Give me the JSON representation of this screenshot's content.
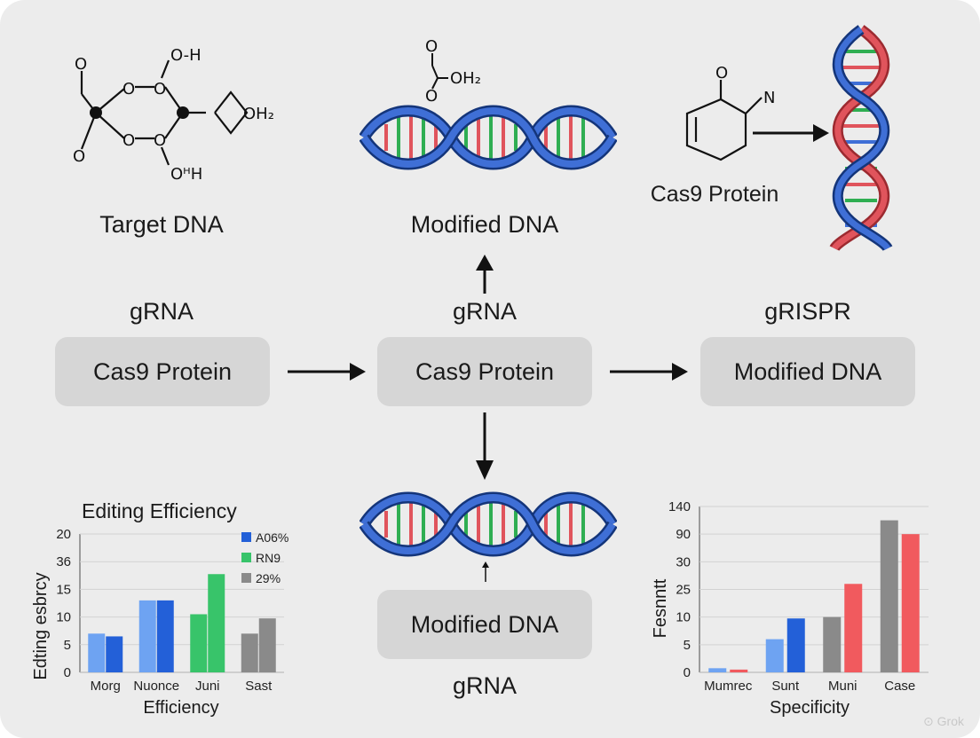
{
  "labels": {
    "target_dna": "Target DNA",
    "modified_dna_top": "Modified DNA",
    "cas9_protein_top": "Cas9 Protein",
    "grna_left": "gRNA",
    "grna_center": "gRNA",
    "grisp_right": "gRISPR",
    "grna_bottom": "gRNA"
  },
  "molecules": {
    "left": {
      "o_top_left": "O",
      "oh_top": "O-H",
      "o_a": "O",
      "o_b": "O",
      "o_c": "O",
      "o_d": "O",
      "oh_right": "OH₂",
      "o_bottom_left": "O",
      "oh_bottom": "OᵸH"
    },
    "center": {
      "o_top": "O",
      "oh2": "OH₂",
      "o_bottom": "O"
    },
    "right": {
      "o": "O",
      "n": "N"
    }
  },
  "flow": {
    "box_left": "Cas9 Protein",
    "box_center": "Cas9 Protein",
    "box_right": "Modified DNA",
    "box_bottom": "Modified DNA"
  },
  "colors": {
    "helix_blue": "#3f6fd6",
    "helix_red": "#e0545c",
    "rung_green": "#2fae52",
    "bar_light_blue": "#6ea3f2",
    "bar_blue": "#2360d8",
    "bar_green": "#38c46a",
    "bar_gray": "#8a8a8a",
    "bar_red": "#f15a5e",
    "box_fill": "#d6d6d6"
  },
  "chart_data": [
    {
      "type": "bar",
      "title": "Editing Efficiency",
      "xlabel": "Efficiency",
      "ylabel": "Edting esbrcy",
      "categories": [
        "Morg",
        "Nuonce",
        "Juni",
        "Sast"
      ],
      "yticks": [
        "0",
        "5",
        "10",
        "15",
        "36",
        "20"
      ],
      "ylim": [
        0,
        5
      ],
      "legend": [
        {
          "name": "A06%",
          "color": "#2360d8"
        },
        {
          "name": "RN9",
          "color": "#38c46a"
        },
        {
          "name": "29%",
          "color": "#8a8a8a"
        }
      ],
      "series": [
        {
          "values": [
            1.4,
            2.6,
            2.1,
            1.4
          ],
          "colors": [
            "#6ea3f2",
            "#6ea3f2",
            "#38c46a",
            "#8a8a8a"
          ]
        },
        {
          "values": [
            1.3,
            2.6,
            3.55,
            1.95
          ],
          "colors": [
            "#2360d8",
            "#2360d8",
            "#38c46a",
            "#8a8a8a"
          ]
        }
      ]
    },
    {
      "type": "bar",
      "title": "",
      "xlabel": "Specificity",
      "ylabel": "Fesnntt",
      "categories": [
        "Mumrec",
        "Sunt",
        "Muni",
        "Case"
      ],
      "yticks": [
        "0",
        "5",
        "10",
        "25",
        "30",
        "90",
        "140"
      ],
      "ylim": [
        0,
        6
      ],
      "series": [
        {
          "values": [
            0.15,
            1.2,
            2.0,
            5.5
          ],
          "colors": [
            "#6ea3f2",
            "#6ea3f2",
            "#8a8a8a",
            "#8a8a8a"
          ]
        },
        {
          "values": [
            0.1,
            1.95,
            3.2,
            5.0
          ],
          "colors": [
            "#f15a5e",
            "#2360d8",
            "#f15a5e",
            "#f15a5e"
          ]
        }
      ]
    }
  ]
}
